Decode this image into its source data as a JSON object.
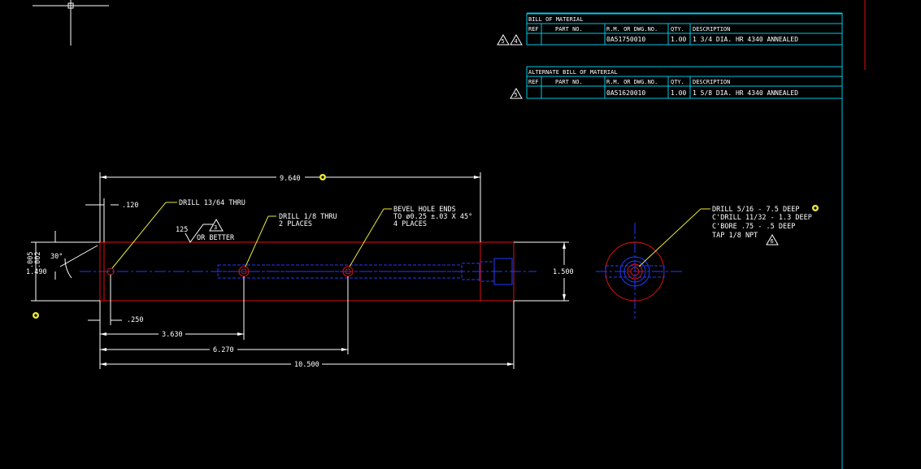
{
  "bom": {
    "title": "BILL OF MATERIAL",
    "headers": [
      "REF",
      "PART NO.",
      "R.M. OR DWG.NO.",
      "QTY.",
      "DESCRIPTION"
    ],
    "row": [
      "",
      "",
      "0A51750010",
      "1.00",
      "1 3/4 DIA. HR 4340 ANNEALED"
    ],
    "ref_marks": [
      "5",
      "4"
    ]
  },
  "alt_bom": {
    "title": "ALTERNATE BILL OF MATERIAL",
    "headers": [
      "REF",
      "PART NO.",
      "R.M. OR DWG.NO.",
      "QTY.",
      "DESCRIPTION"
    ],
    "row": [
      "",
      "",
      "0A51620010",
      "1.00",
      "1 5/8 DIA. HR 4340 ANNEALED"
    ],
    "ref_marks": [
      "5"
    ]
  },
  "dimensions": {
    "overall_top": "9.640",
    "offset_left": ".120",
    "bottom_offset": ".250",
    "d1": "3.630",
    "d2": "6.270",
    "overall_bottom": "10.500",
    "diameter": "1.500",
    "small_a": ".005",
    "small_b": ".002",
    "height_left": "1.490",
    "angle": "30°"
  },
  "notes": {
    "drill_thru": "DRILL 13/64 THRU",
    "drill_18_l1": "DRILL 1/8 THRU",
    "drill_18_l2": "2 PLACES",
    "bevel_l1": "BEVEL HOLE ENDS",
    "bevel_l2": "TO ø0.25 ±.03 X 45°",
    "bevel_l3": "4 PLACES",
    "finish_value": "125",
    "finish_note": "OR BETTER",
    "finish_mark": "3",
    "end_l1": "DRILL 5/16 - 7.5 DEEP",
    "end_l2": "C'DRILL 11/32 - 1.3 DEEP",
    "end_l3": "C'BORE .75 - .5 DEEP",
    "end_l4": "TAP 1/8 NPT",
    "end_mark": "6"
  },
  "colors": {
    "background": "#000000",
    "border": "#00c8e6",
    "outline": "#e01010",
    "hidden": "#1f3cff",
    "dimension": "#e8e83a",
    "text": "#ffffff"
  }
}
